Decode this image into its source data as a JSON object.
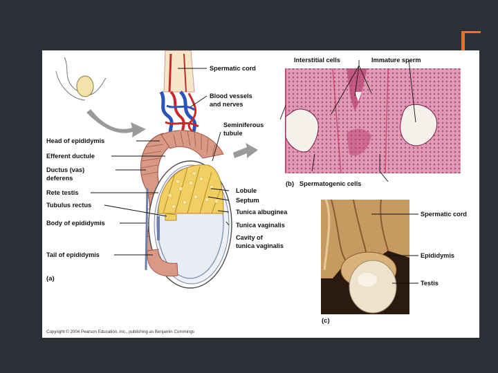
{
  "labels": {
    "spermatic_cord": "Spermatic cord",
    "blood_vessels_1": "Blood vessels",
    "blood_vessels_2": "and nerves",
    "seminiferous_1": "Seminiferous",
    "seminiferous_2": "tubule",
    "head_epididymis": "Head of epididymis",
    "efferent_ductule": "Efferent ductule",
    "ductus_1": "Ductus (vas)",
    "ductus_2": "deferens",
    "rete_testis": "Rete testis",
    "tubulus_rectus": "Tubulus rectus",
    "body_epididymis": "Body of epididymis",
    "lobule": "Lobule",
    "septum": "Septum",
    "tunica_albuginea": "Tunica albuginea",
    "tunica_vaginalis": "Tunica vaginalis",
    "cavity_1": "Cavity of",
    "cavity_2": "tunica vaginalis",
    "tail_epididymis": "Tail of epididymis",
    "interstitial_cells": "Interstitial cells",
    "immature_sperm": "Immature sperm",
    "spermatogenic_cells": "Spermatogenic cells",
    "photo_spermatic_cord": "Spermatic cord",
    "photo_epididymis": "Epididymis",
    "photo_testis": "Testis"
  },
  "panels": {
    "a": "(a)",
    "b": "(b)",
    "c": "(c)"
  },
  "copyright": "Copyright © 2004 Pearson Education, Inc., publishing as Benjamin Cummings",
  "colors": {
    "background": "#2b2f36",
    "accent": "#e8702a",
    "epididymis": "#d89a86",
    "tubule": "#f2cf63",
    "artery": "#c62a2a",
    "vein": "#2b53b8",
    "histology": "#d98aa8",
    "photo_tissue": "#c79a62"
  }
}
